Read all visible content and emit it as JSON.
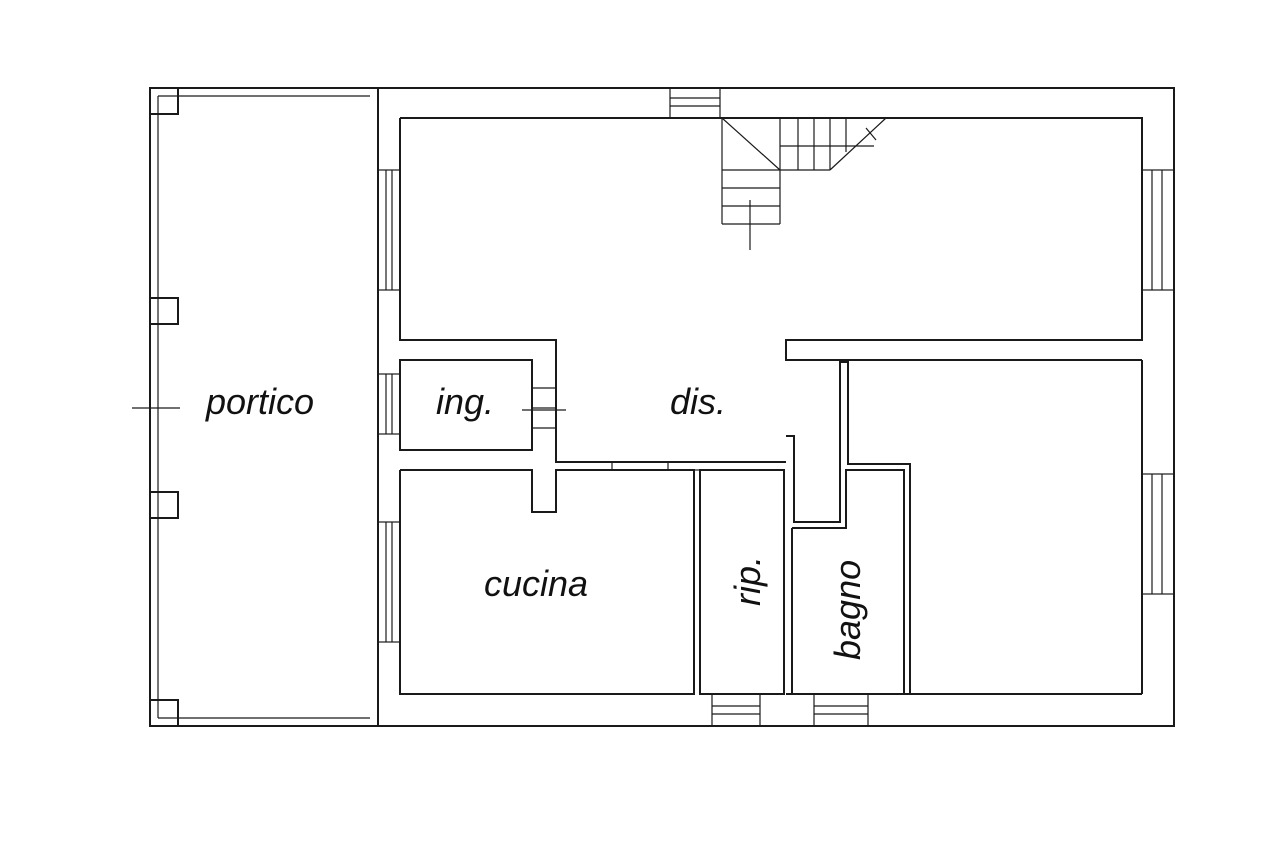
{
  "rooms": {
    "portico": "portico",
    "ingresso": "ing.",
    "disimpegno": "dis.",
    "cucina": "cucina",
    "ripostiglio": "rip.",
    "bagno": "bagno"
  },
  "colors": {
    "line": "#1a1a1a",
    "background": "#ffffff"
  }
}
